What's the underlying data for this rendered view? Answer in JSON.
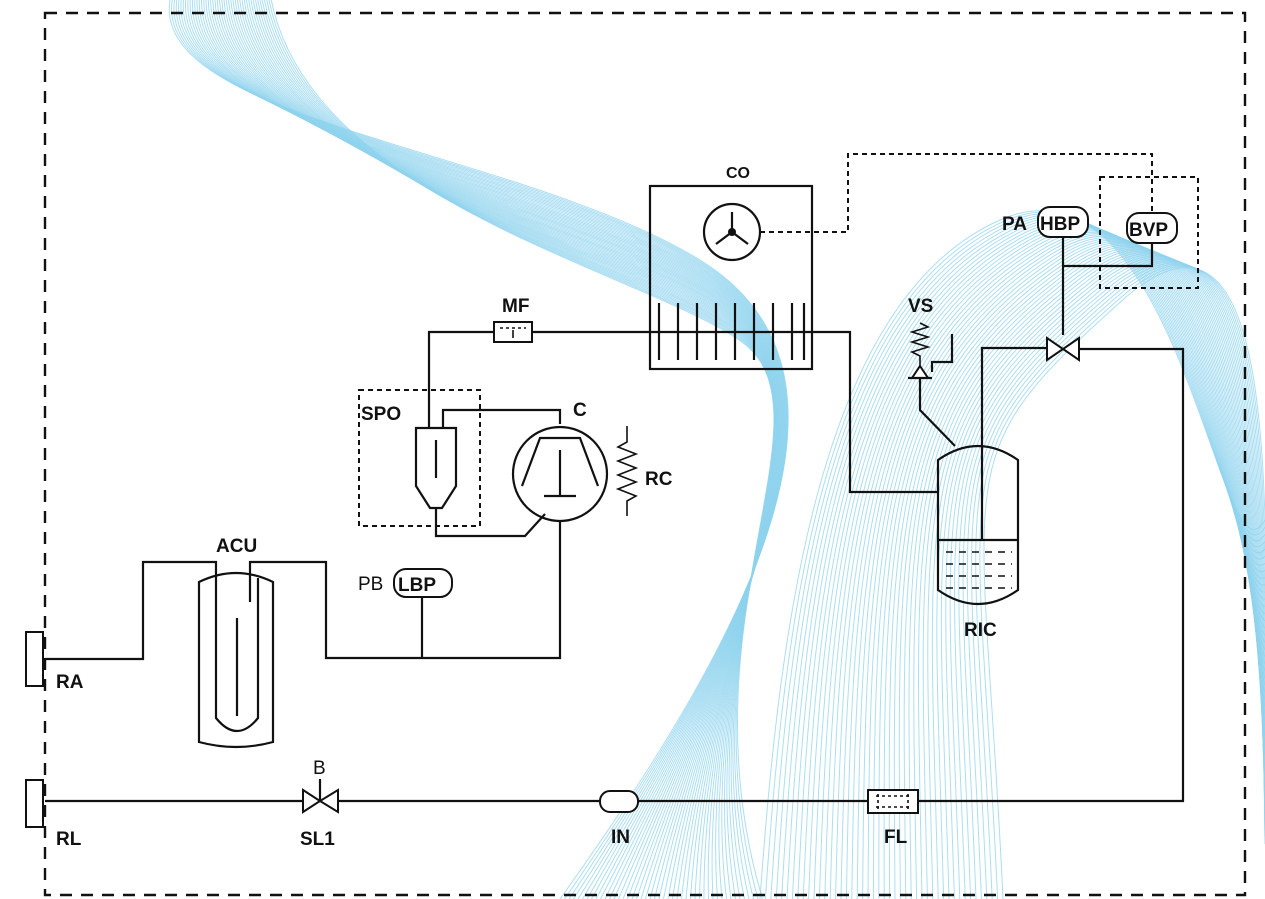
{
  "labels": {
    "co": "CO",
    "mf": "MF",
    "vs": "VS",
    "pa": "PA",
    "hbp": "HBP",
    "bvp": "BVP",
    "spo": "SPO",
    "c": "C",
    "rc": "RC",
    "acu": "ACU",
    "pb": "PB",
    "lbp": "LBP",
    "ra": "RA",
    "ric": "RIC",
    "b": "B",
    "rl": "RL",
    "sl1": "SL1",
    "in": "IN",
    "fl": "FL"
  },
  "colors": {
    "line": "#111111",
    "watermark": "#8fd3ee"
  }
}
